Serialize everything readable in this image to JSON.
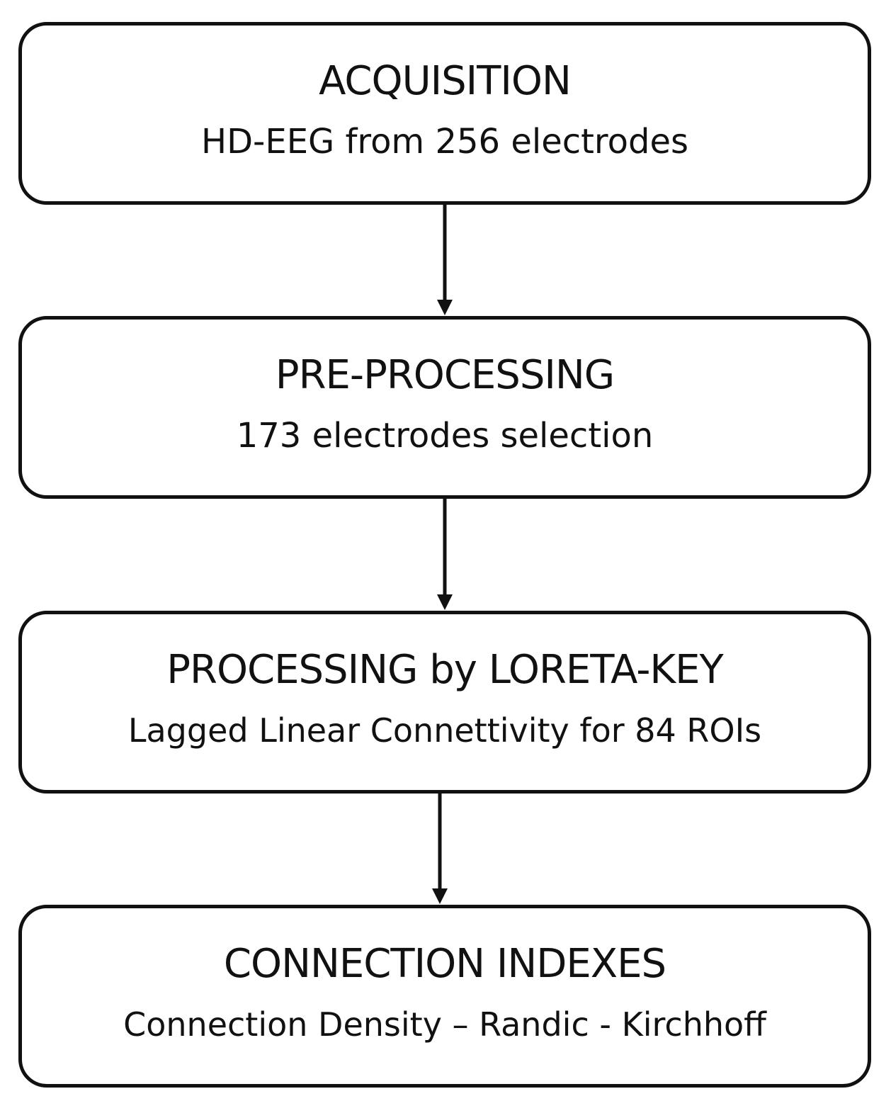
{
  "steps": [
    {
      "title": "ACQUISITION",
      "subtitle": "HD-EEG from 256 electrodes"
    },
    {
      "title": "PRE-PROCESSING",
      "subtitle": "173 electrodes selection"
    },
    {
      "title": "PROCESSING by LORETA-KEY",
      "subtitle": "Lagged Linear Connettivity for 84 ROIs"
    },
    {
      "title": "CONNECTION INDEXES",
      "subtitle": "Connection Density – Randic - Kirchhoff"
    }
  ]
}
